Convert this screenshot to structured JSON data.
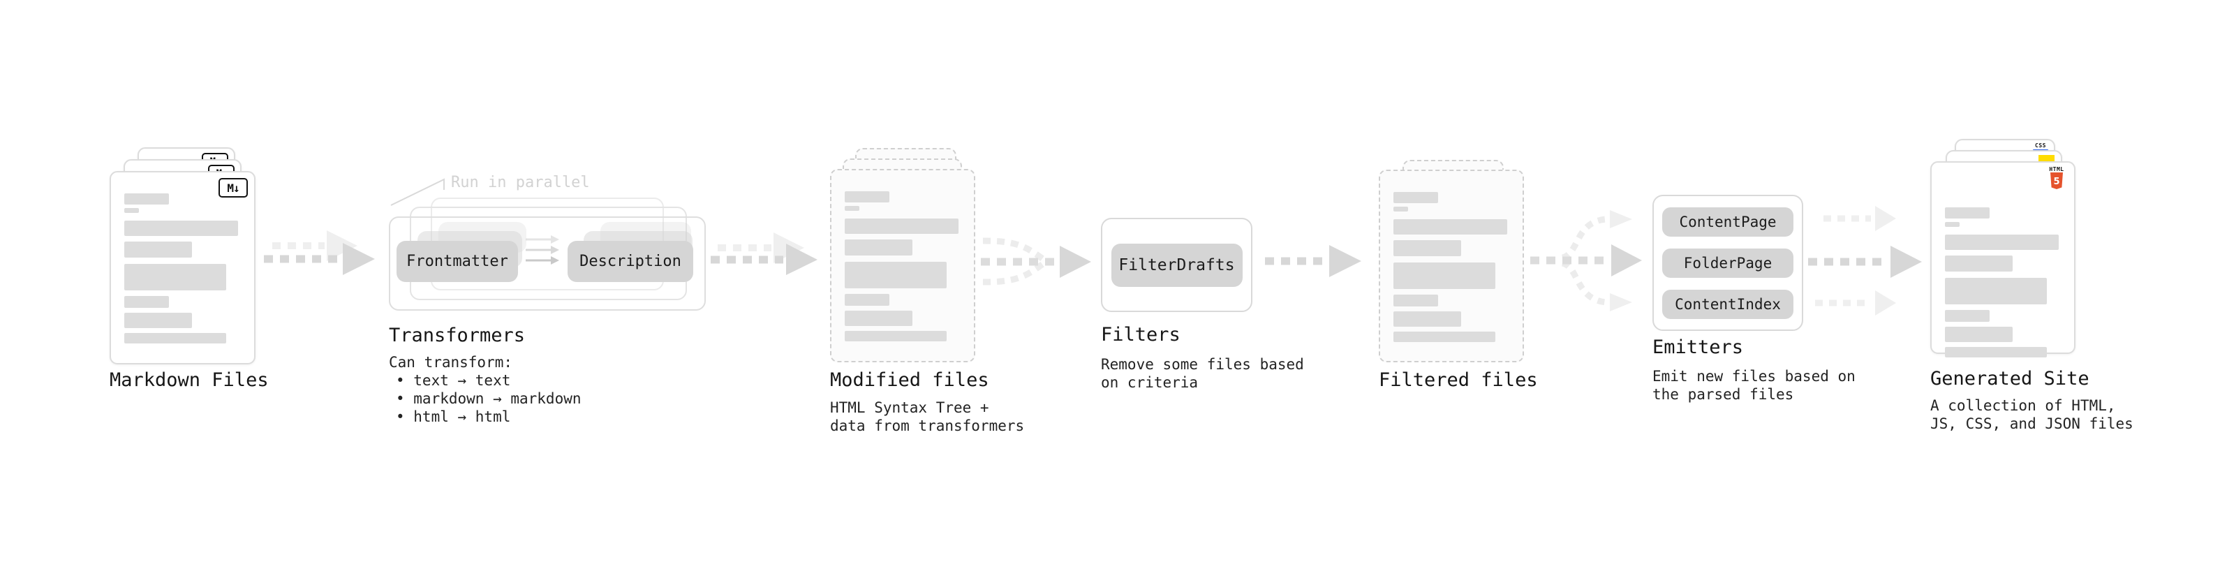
{
  "stages": {
    "markdown": {
      "label": "Markdown Files",
      "badge": "M↓"
    },
    "transformers": {
      "label": "Transformers",
      "annotation": "Run in parallel",
      "pill_left": "Frontmatter",
      "pill_right": "Description",
      "desc_title": "Can transform:",
      "bullets": [
        "• text → text",
        "• markdown → markdown",
        "• html → html"
      ]
    },
    "modified": {
      "label": "Modified files",
      "desc": [
        "HTML Syntax Tree +",
        "data from transformers"
      ]
    },
    "filters": {
      "label": "Filters",
      "pill": "FilterDrafts",
      "desc": [
        "Remove some files based",
        "on criteria"
      ]
    },
    "filtered": {
      "label": "Filtered files"
    },
    "emitters": {
      "label": "Emitters",
      "pills": [
        "ContentPage",
        "FolderPage",
        "ContentIndex"
      ],
      "desc": [
        "Emit new files based on",
        "the parsed files"
      ]
    },
    "generated": {
      "label": "Generated Site",
      "desc": [
        "A collection of HTML,",
        "JS, CSS, and JSON files"
      ],
      "badges": {
        "css": "CSS",
        "html_word": "HTML",
        "html_number": "5"
      }
    }
  },
  "colors": {
    "text": "#1a1a1a",
    "card_border": "#dcdcdc",
    "skeleton": "#dcdcdc",
    "pill_bg": "#d5d5d5",
    "arrow_main": "#d7d7d7",
    "arrow_faint": "#efefef",
    "annotation_text": "#d2d2d2",
    "html5_orange": "#e5532d",
    "css_blue": "#2d63ea",
    "js_yellow": "#ffdc00"
  }
}
